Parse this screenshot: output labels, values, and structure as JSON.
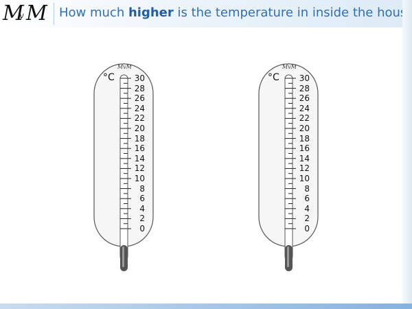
{
  "logo": {
    "m1": "M",
    "v": "v",
    "m2": "M",
    "icon": "mathsvisuals-logo"
  },
  "question": {
    "before": "How much ",
    "emphasis": "higher",
    "after": " is the temperature in inside the house?"
  },
  "thermometers": [
    {
      "unit": "°C",
      "brand": "MvM",
      "labels": [
        "30",
        "28",
        "26",
        "24",
        "22",
        "20",
        "18",
        "16",
        "14",
        "12",
        "10",
        "8",
        "6",
        "4",
        "2",
        "0"
      ]
    },
    {
      "unit": "°C",
      "brand": "MvM",
      "labels": [
        "30",
        "28",
        "26",
        "24",
        "22",
        "20",
        "18",
        "16",
        "14",
        "12",
        "10",
        "8",
        "6",
        "4",
        "2",
        "0"
      ]
    }
  ],
  "colors": {
    "question_text": "#2f6fb4",
    "thermometer_outline": "#555555",
    "thermometer_fill": "#f6f6f6",
    "bulb": "#555555"
  }
}
